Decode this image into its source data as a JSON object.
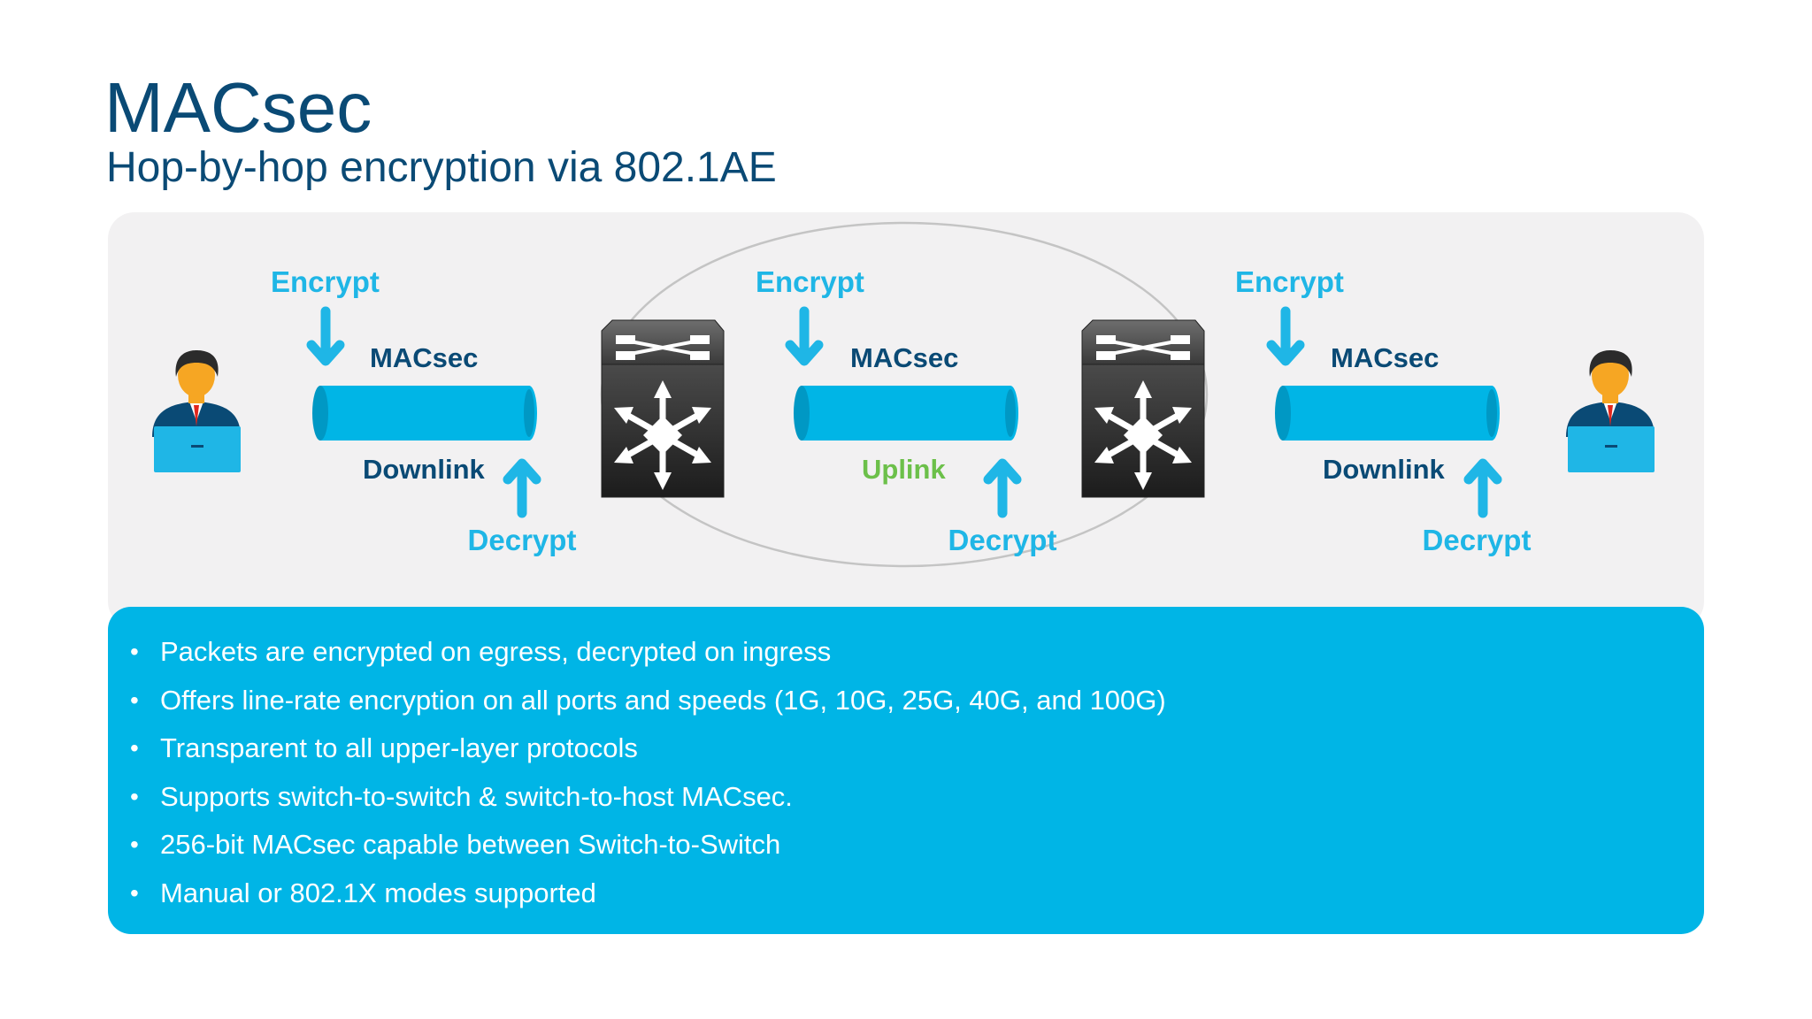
{
  "slide": {
    "title": "MACsec",
    "subtitle": "Hop-by-hop encryption via 802.1AE"
  },
  "diagram": {
    "segments": [
      {
        "encrypt": "Encrypt",
        "protocol": "MACsec",
        "link": "Downlink",
        "decrypt": "Decrypt"
      },
      {
        "encrypt": "Encrypt",
        "protocol": "MACsec",
        "link": "Uplink",
        "decrypt": "Decrypt"
      },
      {
        "encrypt": "Encrypt",
        "protocol": "MACsec",
        "link": "Downlink",
        "decrypt": "Decrypt"
      }
    ],
    "icons": [
      "user-laptop-icon",
      "network-switch-icon",
      "network-switch-icon",
      "user-laptop-icon"
    ],
    "colors": {
      "tunnel": "#00b5e6",
      "arrow": "#1fb6e6",
      "uplink": "#6cc04a",
      "text": "#0a4a75"
    }
  },
  "bullets": [
    "Packets are encrypted on egress, decrypted on ingress",
    "Offers line-rate encryption on all ports and speeds (1G, 10G, 25G, 40G, and 100G)",
    "Transparent to all upper-layer protocols",
    "Supports switch-to-switch & switch-to-host MACsec.",
    "256-bit MACsec capable between Switch-to-Switch",
    "Manual or 802.1X modes supported"
  ]
}
